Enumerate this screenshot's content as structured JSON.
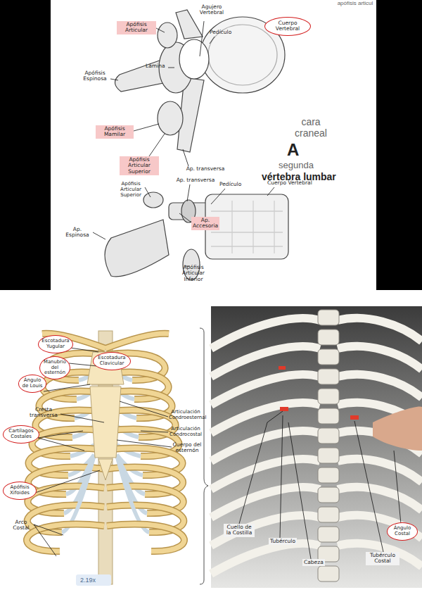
{
  "diagram": {
    "labels": [
      "apófisis articul",
      "Apófisis Articular",
      "Agujero Vertebral",
      "Pedículo",
      "Cuerpo Vertebral",
      "Apófisis Espinosa",
      "Lámina",
      "Apófisis Mamilar",
      "Apófisis Articular Superior",
      "Ap. transversa",
      "cara craneal",
      "A",
      "segunda",
      "vértebra lumbar",
      "Apófisis Articular Superior",
      "Ap. transversa",
      "Pedículo",
      "Cuerpo Vertebral",
      "Ap. Espinosa",
      "Ap. Accesoria",
      "Apófisis Articular Inferior",
      "Escotadura Yugular",
      "Manubrio del esternón",
      "Escotadura Clavicular",
      "Ángulo de Louis",
      "Cresta transversa",
      "Cartílagos Costales",
      "Articulación Condroesternal",
      "Articulación Condrocostal",
      "Cuerpo del esternón",
      "Apófisis Xifoides",
      "Arco Costal",
      "2.19x",
      "Cuello de la Costilla",
      "Tubérculo",
      "Cabeza",
      "Ángulo Costal",
      "Tubérculo Costal"
    ]
  }
}
